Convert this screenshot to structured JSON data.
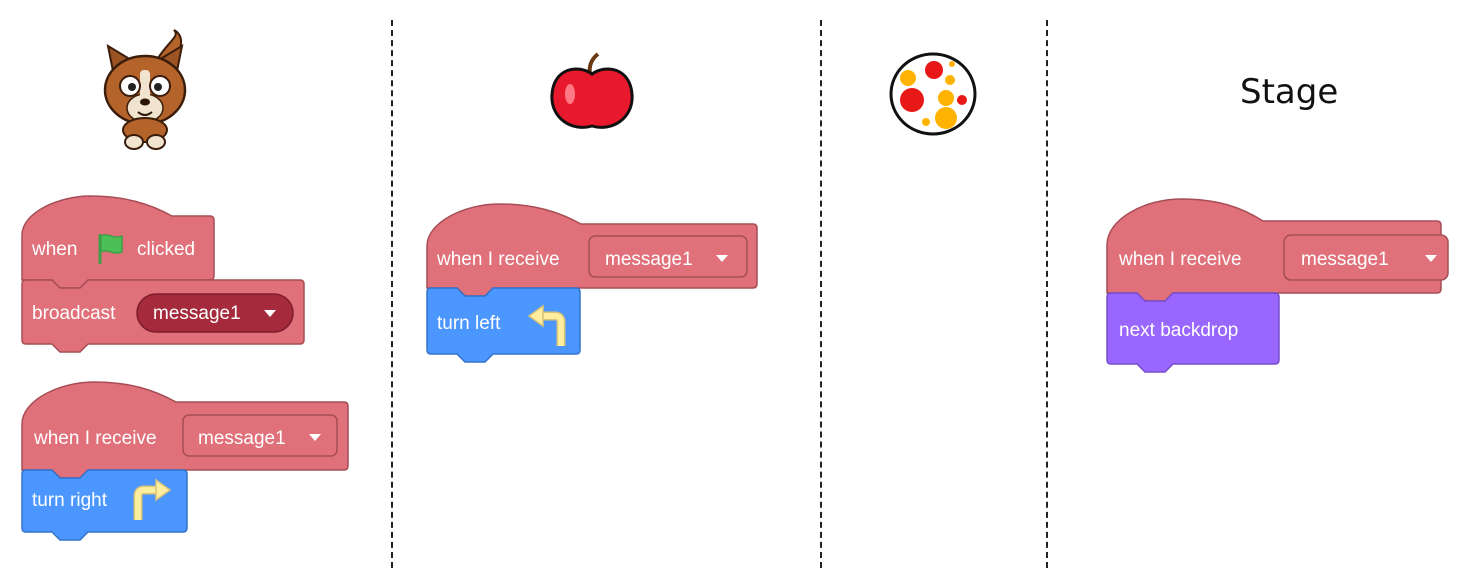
{
  "columns": [
    {
      "sprite": "cat-sprite",
      "scripts": [
        {
          "hat": {
            "text_before": "when",
            "icon": "green-flag-icon",
            "text_after": "clicked"
          },
          "blocks": [
            {
              "type": "event",
              "label": "broadcast",
              "dropdown": "message1"
            }
          ]
        },
        {
          "hat": {
            "text_before": "when I receive",
            "dropdown": "message1"
          },
          "blocks": [
            {
              "type": "motion",
              "label": "turn right",
              "icon": "turn-right-arrow-icon"
            }
          ]
        }
      ]
    },
    {
      "sprite": "apple-sprite",
      "scripts": [
        {
          "hat": {
            "text_before": "when I receive",
            "dropdown": "message1"
          },
          "blocks": [
            {
              "type": "motion",
              "label": "turn left",
              "icon": "turn-left-arrow-icon"
            }
          ]
        }
      ]
    },
    {
      "sprite": "dots-ball-sprite",
      "scripts": []
    },
    {
      "title": "Stage",
      "scripts": [
        {
          "hat": {
            "text_before": "when I receive",
            "dropdown": "message1"
          },
          "blocks": [
            {
              "type": "looks",
              "label": "next backdrop"
            }
          ]
        }
      ]
    }
  ],
  "colors": {
    "event": "#e0707a",
    "event_border": "#a64d56",
    "event_reporter": "#a52a3c",
    "motion": "#4c97ff",
    "looks": "#9966ff",
    "flag": "#4cbf56",
    "arrow": "#ffee9e"
  }
}
